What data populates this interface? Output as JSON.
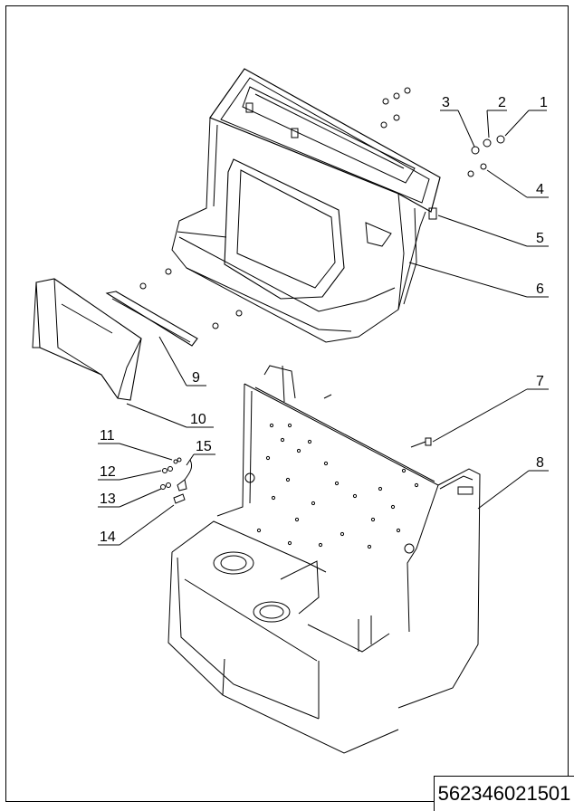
{
  "drawing_number": "562346021501",
  "callouts": [
    {
      "id": "c1",
      "label": "1"
    },
    {
      "id": "c2",
      "label": "2"
    },
    {
      "id": "c3",
      "label": "3"
    },
    {
      "id": "c4",
      "label": "4"
    },
    {
      "id": "c5",
      "label": "5"
    },
    {
      "id": "c6",
      "label": "6"
    },
    {
      "id": "c7",
      "label": "7"
    },
    {
      "id": "c8",
      "label": "8"
    },
    {
      "id": "c9",
      "label": "9"
    },
    {
      "id": "c10",
      "label": "10"
    },
    {
      "id": "c11",
      "label": "11"
    },
    {
      "id": "c12",
      "label": "12"
    },
    {
      "id": "c13",
      "label": "13"
    },
    {
      "id": "c14",
      "label": "14"
    },
    {
      "id": "c15",
      "label": "15"
    }
  ]
}
